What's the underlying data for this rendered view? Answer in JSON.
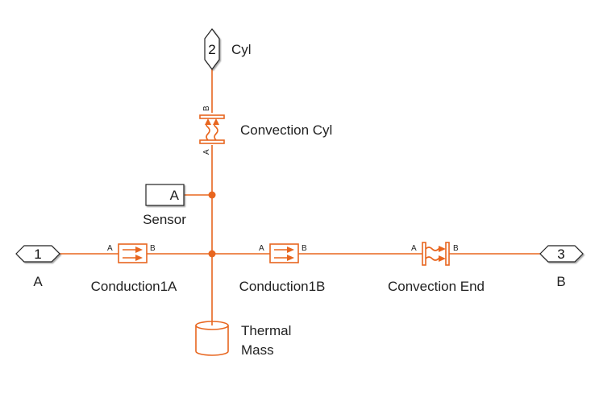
{
  "diagram": {
    "colors": {
      "wire": "#e8661f",
      "text": "#222222",
      "block_border": "#222222"
    },
    "ports": [
      {
        "number": "2",
        "name": "Cyl",
        "icon": "connection-port-icon"
      },
      {
        "number": "1",
        "name": "A",
        "icon": "connection-port-icon"
      },
      {
        "number": "3",
        "name": "B",
        "icon": "connection-port-icon"
      }
    ],
    "blocks": {
      "convection_cyl": {
        "name": "Convection Cyl",
        "port_a": "A",
        "port_b": "B",
        "icon": "convection-icon"
      },
      "sensor": {
        "name": "Sensor",
        "port": "A",
        "icon": "sensor-block-icon"
      },
      "conduction1a": {
        "name": "Conduction1A",
        "port_a": "A",
        "port_b": "B",
        "icon": "conduction-icon"
      },
      "conduction1b": {
        "name": "Conduction1B",
        "port_a": "A",
        "port_b": "B",
        "icon": "conduction-icon"
      },
      "convection_end": {
        "name": "Convection End",
        "port_a": "A",
        "port_b": "B",
        "icon": "convection-icon"
      },
      "thermal_mass": {
        "name_line1": "Thermal",
        "name_line2": "Mass",
        "icon": "thermal-mass-icon"
      }
    }
  }
}
